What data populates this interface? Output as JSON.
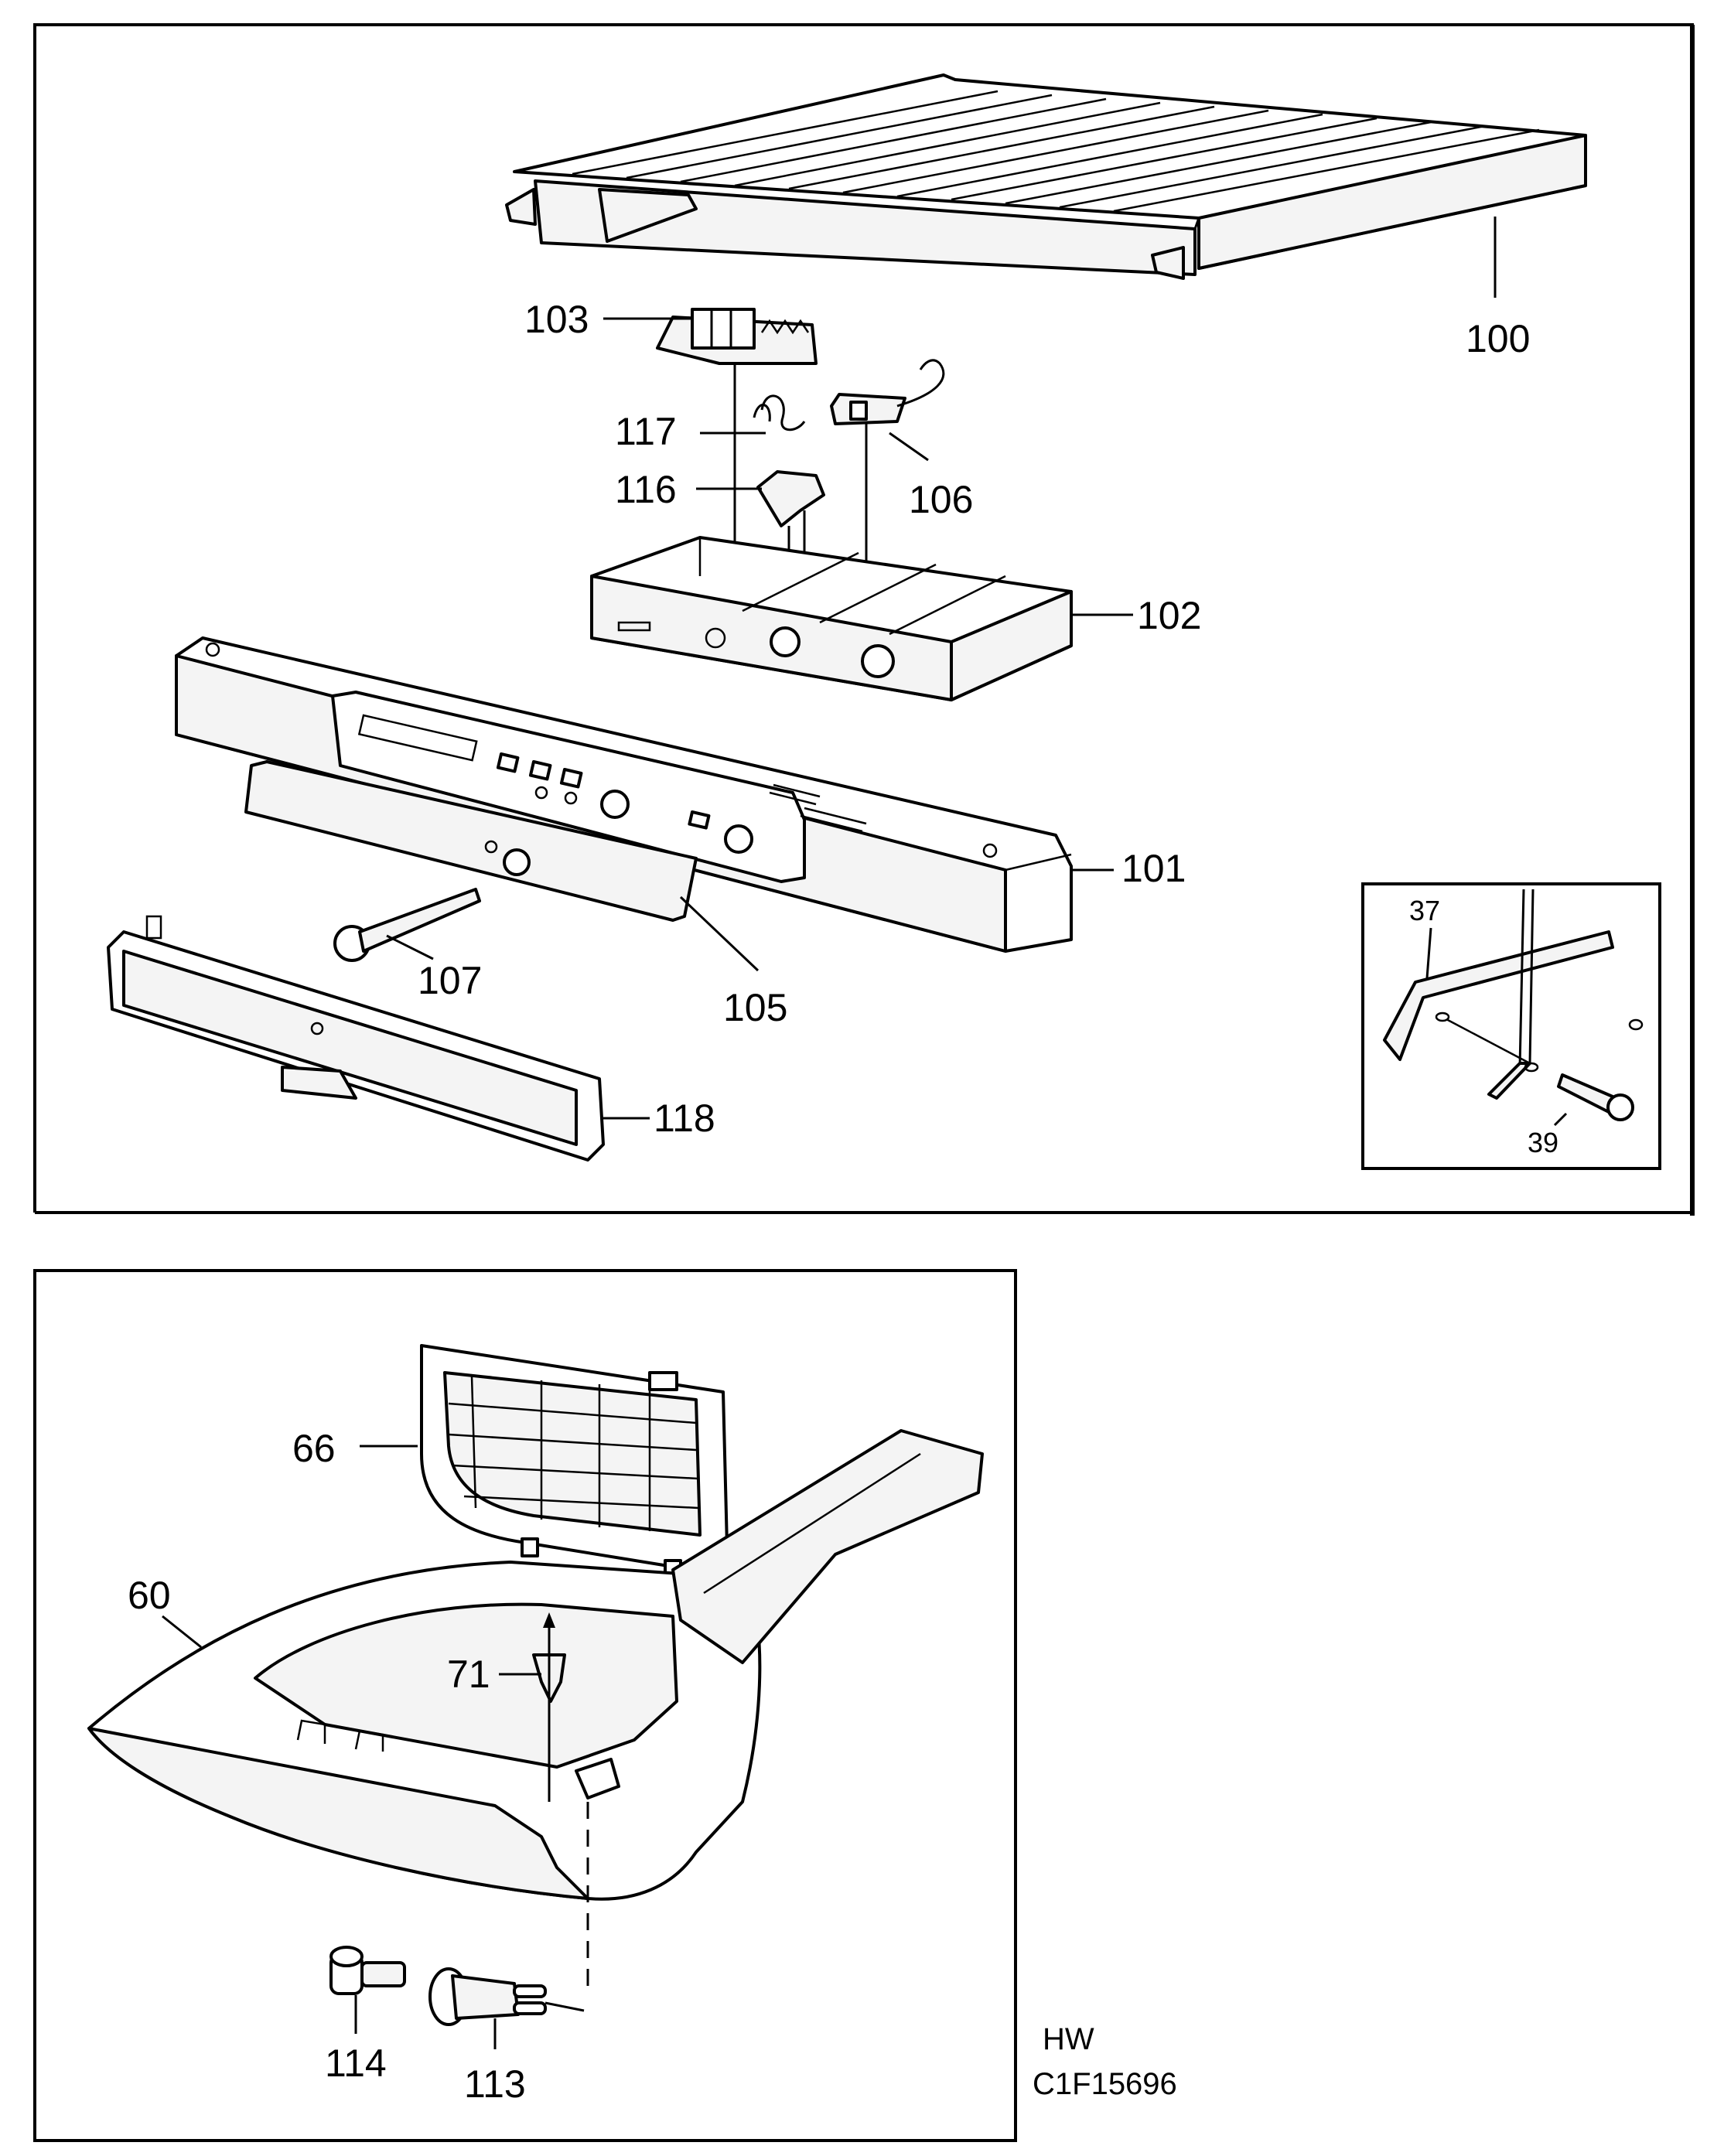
{
  "callouts": {
    "c100": "100",
    "c101": "101",
    "c102": "102",
    "c103": "103",
    "c105": "105",
    "c106": "106",
    "c107": "107",
    "c116": "116",
    "c117": "117",
    "c118": "118",
    "c37": "37",
    "c39": "39",
    "c66": "66",
    "c60": "60",
    "c71": "71",
    "c114": "114",
    "c113": "113"
  },
  "footer": {
    "code1": "HW",
    "code2": "C1F15696"
  }
}
